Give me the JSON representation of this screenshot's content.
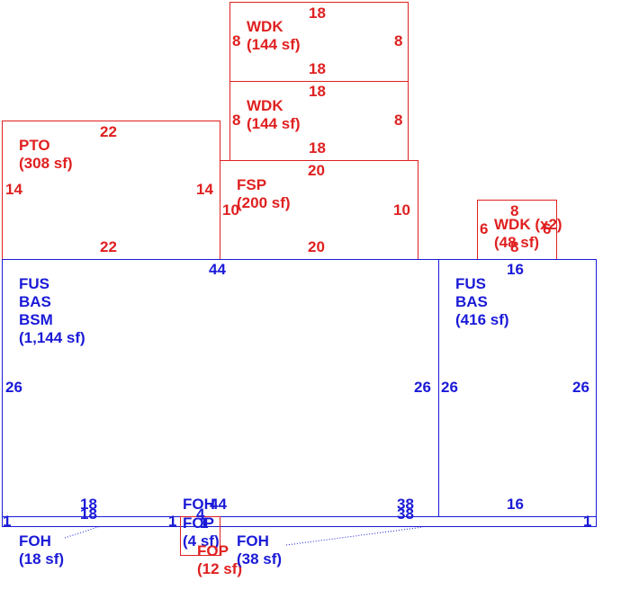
{
  "colors": {
    "red": "#e02020",
    "blue": "#1a1ad8"
  },
  "areas": {
    "wdk_top": {
      "code": "WDK",
      "area": "(144 sf)",
      "dims": {
        "top": "18",
        "bottom": "18",
        "left": "8",
        "right": "8"
      }
    },
    "wdk_mid": {
      "code": "WDK",
      "area": "(144 sf)",
      "dims": {
        "top": "18",
        "bottom": "18",
        "left": "8",
        "right": "8"
      }
    },
    "pto": {
      "code": "PTO",
      "area": "(308 sf)",
      "dims": {
        "top": "22",
        "bottom": "22",
        "left": "14",
        "right": "14"
      }
    },
    "fsp": {
      "code": "FSP",
      "area": "(200 sf)",
      "dims": {
        "top": "20",
        "bottom": "20",
        "left": "10",
        "right": "10"
      }
    },
    "wdk_small": {
      "code": "WDK (x2)",
      "area": "(48 sf)",
      "dims": {
        "top": "8",
        "bottom": "8",
        "left": "6",
        "right": "6"
      }
    },
    "main": {
      "codes": [
        "FUS",
        "BAS",
        "BSM"
      ],
      "area": "(1,144 sf)",
      "dims": {
        "top": "44",
        "bottom": "18",
        "bottom2": "44",
        "bottom3": "38",
        "left": "26",
        "right": "26"
      }
    },
    "east": {
      "codes": [
        "FUS",
        "BAS"
      ],
      "area": "(416 sf)",
      "dims": {
        "top": "16",
        "bottom": "16",
        "left": "26",
        "right": "26"
      }
    },
    "foh_left": {
      "code": "FOH",
      "area": "(18 sf)",
      "dims": {
        "top": "18",
        "left": "1",
        "right": "1"
      }
    },
    "foh_mid": {
      "code": "FOH",
      "dims": {
        "top": "4"
      }
    },
    "fop_small": {
      "code": "FOP",
      "area": "(4 sf)",
      "dims": {
        "left": "1"
      }
    },
    "fop": {
      "code": "FOP",
      "area": "(12 sf)"
    },
    "foh_right": {
      "code": "FOH",
      "area": "(38 sf)",
      "dims": {
        "top": "38",
        "right": "1"
      }
    }
  }
}
